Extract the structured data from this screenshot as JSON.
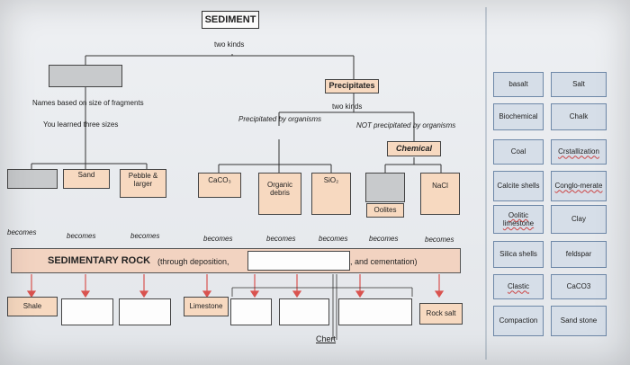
{
  "diagram": {
    "title": "SEDIMENT",
    "two_kinds_top": "two kinds",
    "precipitates": "Precipitates",
    "two_kinds_precip": "two kinds",
    "names_based": "Names based on size of fragments",
    "three_sizes": "You learned three sizes",
    "by_organisms": "Precipitated by organisms",
    "not_by_organisms": "NOT precipitated by organisms",
    "chemical": "Chemical",
    "sand": "Sand",
    "pebble": "Pebble & larger",
    "caco3": "CaCO₃",
    "organic": "Organic debris",
    "sio2": "SiO₂",
    "nacl": "NaCl",
    "oolites": "Oolites",
    "becomes": "becomes",
    "sedrock": "SEDIMENTARY ROCK",
    "through_dep": " (through deposition,",
    "and_cement": ", and cementation)",
    "shale": "Shale",
    "limestone": "Limestone",
    "rocksalt": "Rock salt",
    "chert": "Chert"
  },
  "word_bank": [
    {
      "text": "basalt",
      "wavy": false
    },
    {
      "text": "Salt",
      "wavy": false
    },
    {
      "text": "Biochemical",
      "wavy": false
    },
    {
      "text": "Chalk",
      "wavy": false
    },
    {
      "text": "Coal",
      "wavy": false
    },
    {
      "text": "Crstallization",
      "wavy": true
    },
    {
      "text": "Calcite shells",
      "wavy": false
    },
    {
      "text": "Conglo-merate",
      "wavy": true
    },
    {
      "text": "Oolitic limestone",
      "wavy": true
    },
    {
      "text": "Clay",
      "wavy": false
    },
    {
      "text": "Silica shells",
      "wavy": false
    },
    {
      "text": "feldspar",
      "wavy": false
    },
    {
      "text": "Clastic",
      "wavy": true
    },
    {
      "text": "CaCO3",
      "wavy": false
    },
    {
      "text": "Compaction",
      "wavy": false
    },
    {
      "text": "Sand stone",
      "wavy": false
    }
  ],
  "colors": {
    "orange": "#f7d9c0",
    "gray": "#c8cacc",
    "arrow": "#d9534f",
    "wordbank_bg": "#d6dee8"
  }
}
